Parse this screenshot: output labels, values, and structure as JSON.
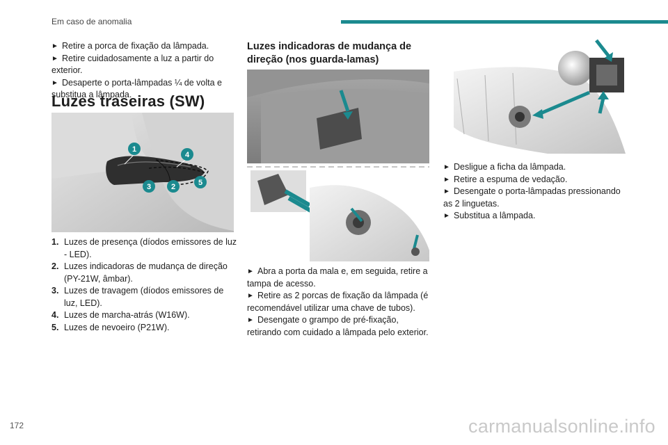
{
  "header": {
    "section": "Em caso de anomalia"
  },
  "top_steps": [
    "Retire a porca de fixação da lâmpada.",
    "Retire cuidadosamente a luz a partir do exterior.",
    "Desaperte o porta-lâmpadas ¼ de volta e substitua a lâmpada."
  ],
  "title": "Luzes traseiras (SW)",
  "callouts": [
    "1",
    "2",
    "3",
    "4",
    "5"
  ],
  "lights_list": [
    {
      "num": "1.",
      "text": "Luzes de presença (díodos emissores de luz - LED)."
    },
    {
      "num": "2.",
      "text": "Luzes indicadoras de mudança de direção (PY-21W, âmbar)."
    },
    {
      "num": "3.",
      "text": "Luzes de travagem (díodos emissores de luz, LED)."
    },
    {
      "num": "4.",
      "text": "Luzes de marcha-atrás (W16W)."
    },
    {
      "num": "5.",
      "text": "Luzes de nevoeiro (P21W)."
    }
  ],
  "middle_heading": "Luzes indicadoras de mudança de direção (nos guarda-lamas)",
  "middle_steps": [
    "Abra a porta da mala e, em seguida, retire a tampa de acesso.",
    "Retire as 2 porcas de fixação da lâmpada (é recomendável utilizar uma chave de tubos).",
    "Desengate o grampo de pré-fixação, retirando com cuidado a lâmpada pelo exterior."
  ],
  "right_steps": [
    "Desligue a ficha da lâmpada.",
    "Retire a espuma de vedação.",
    "Desengate o porta-lâmpadas pressionando as 2 linguetas.",
    "Substitua a lâmpada."
  ],
  "bullet_glyph": "►",
  "page_number": "172",
  "watermark": "carmanualsonline.info",
  "colors": {
    "accent": "#1b8a8f",
    "text": "#1e1e1e"
  }
}
